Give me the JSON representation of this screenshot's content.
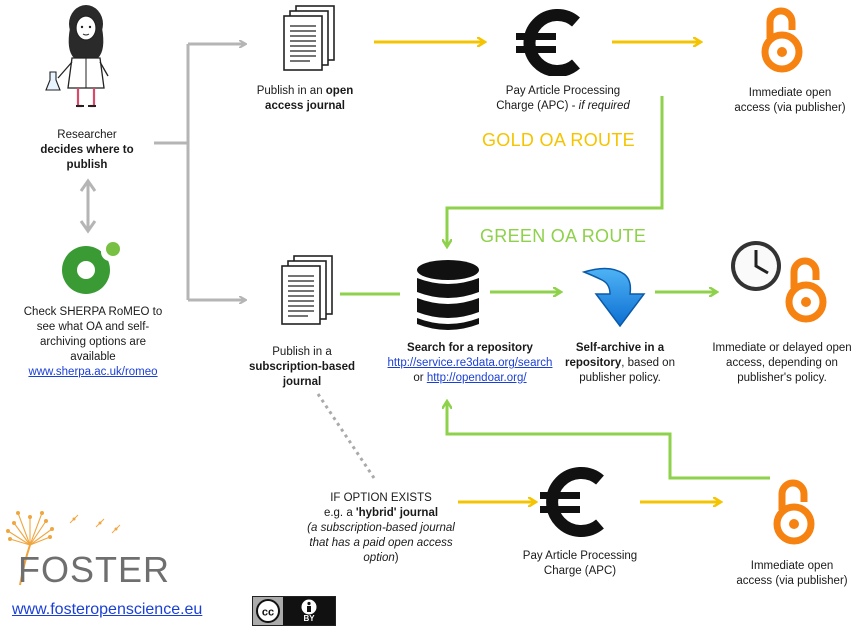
{
  "researcher": {
    "line1": "Researcher",
    "line2": "decides where to",
    "line3": "publish"
  },
  "sherpa": {
    "line1": "Check SHERPA RoMEO to",
    "line2": "see what OA and self-",
    "line3": "archiving options are",
    "line4": "available",
    "link": "www.sherpa.ac.uk/romeo"
  },
  "oa_journal": {
    "line1_pre": "Publish in an ",
    "line1_bold": "open",
    "line2": "access journal"
  },
  "sub_journal": {
    "line1": "Publish in a",
    "line2": "subscription-based",
    "line3": "journal"
  },
  "apc_gold": {
    "line1": "Pay Article Processing",
    "line2_pre": "Charge (APC) - ",
    "line2_ital": "if required"
  },
  "immediate_gold": {
    "line1": "Immediate open",
    "line2": "access (via publisher)"
  },
  "gold_route": "GOLD OA ROUTE",
  "green_route": "GREEN OA ROUTE",
  "repository": {
    "title": "Search for a repository",
    "link1": "http://service.re3data.org/search",
    "or_text": "or ",
    "link2": "http://opendoar.org/"
  },
  "self_archive": {
    "line1": "Self-archive in a",
    "line2_bold": "repository",
    "line2_rest": ", based on",
    "line3": "publisher policy."
  },
  "delayed": {
    "line1": "Immediate or delayed open",
    "line2": "access, depending on",
    "line3": "publisher's policy."
  },
  "option": {
    "line1": "IF OPTION EXISTS",
    "line2_pre": "e.g.  a ",
    "line2_bold": "'hybrid' journal",
    "line3": "(a subscription-based journal",
    "line4": "that has a paid open access",
    "line5_ital": "option",
    "line5_rest": ")"
  },
  "apc_hybrid": {
    "line1": "Pay Article Processing",
    "line2": "Charge (APC)"
  },
  "immediate_hybrid": {
    "line1": "Immediate open",
    "line2": "access (via publisher)"
  },
  "foster_logo_text": "FOSTER",
  "foster_url": "www.fosteropenscience.eu",
  "cc_badge": {
    "by": "BY"
  },
  "icons": {
    "researcher": "researcher-figure-icon",
    "sherpa": "sherpa-romeo-logo-icon",
    "document": "document-stack-icon",
    "euro": "euro-icon",
    "open_access": "open-access-lock-icon",
    "database": "database-icon",
    "download_arrow": "blue-down-arrow-icon",
    "clock": "clock-icon",
    "dandelion": "dandelion-icon",
    "cc": "cc-by-icon"
  },
  "colors": {
    "gold": "#f5c400",
    "green": "#8ed14a",
    "grey_arrow": "#b5b5b5",
    "oa_orange": "#f68212",
    "link_blue": "#1a3fd6",
    "sherpa_green": "#3a9b35",
    "arrow_blue": "#1e8fe0"
  }
}
